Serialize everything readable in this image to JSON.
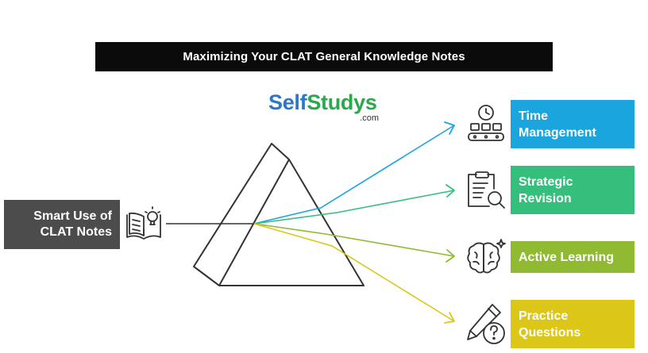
{
  "title": "Maximizing Your CLAT General Knowledge Notes",
  "logo": {
    "part1": "Self",
    "part2": "Studys",
    "suffix": ".com"
  },
  "input": {
    "line1": "Smart Use of",
    "line2": "CLAT Notes",
    "icon": "open-book-lightbulb-icon"
  },
  "outputs": [
    {
      "line1": "Time",
      "line2": "Management",
      "color": "#1ba5de",
      "icon": "clock-calendar-icon"
    },
    {
      "line1": "Strategic",
      "line2": "Revision",
      "color": "#36bf7c",
      "icon": "clipboard-magnifier-icon"
    },
    {
      "line1": "Active Learning",
      "line2": "",
      "color": "#8fba31",
      "icon": "brain-sparkle-icon"
    },
    {
      "line1": "Practice",
      "line2": "Questions",
      "color": "#dcc617",
      "icon": "pencil-question-icon"
    }
  ]
}
